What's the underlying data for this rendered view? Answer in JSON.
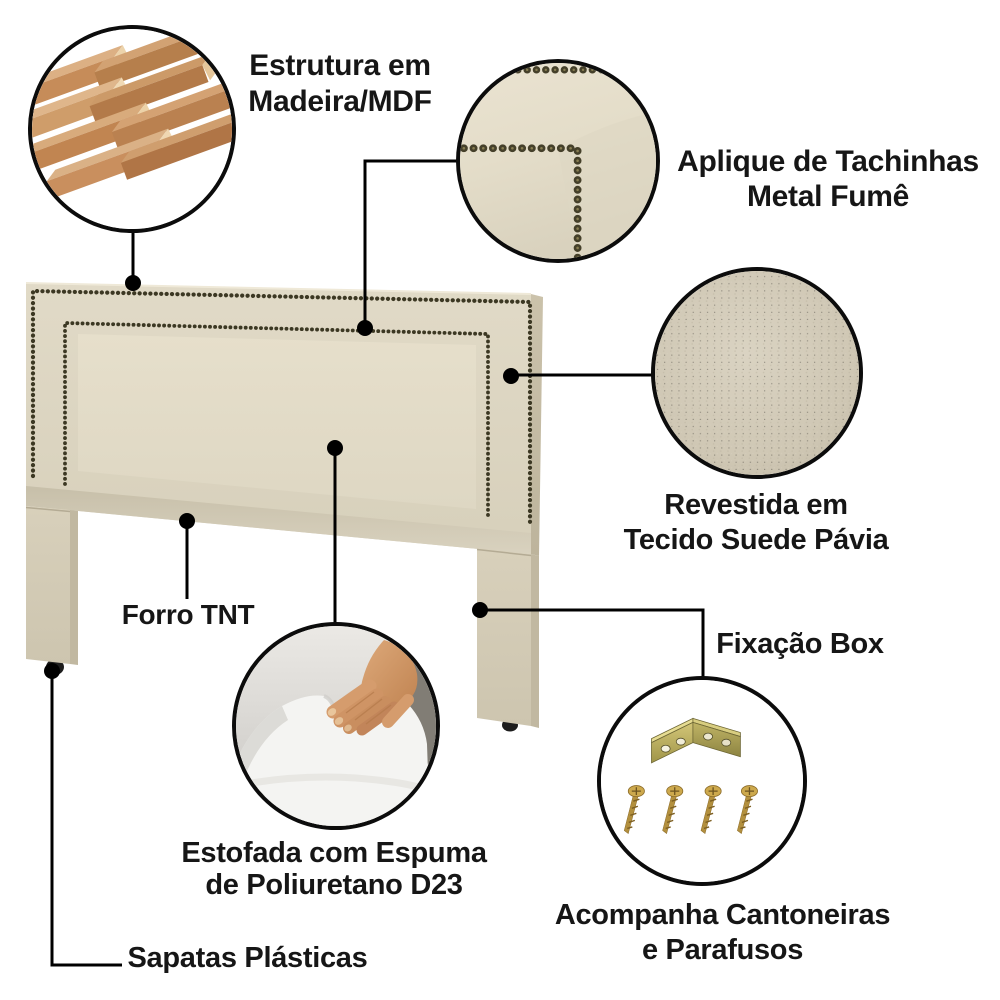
{
  "infographic": {
    "product": "Cabeceira estofada",
    "background": "#ffffff"
  },
  "colors": {
    "fabric_light": "#e0d9c6",
    "fabric_mid": "#d8d1bc",
    "fabric_dark": "#c7bfa9",
    "fabric_side": "#c1b8a1",
    "nailhead_trim": "#3c3823",
    "leader_line": "#000000",
    "text": "#161616",
    "foam_white": "#f4f4f2",
    "wood_tan": "#c08a58",
    "brass": "#c9a44a",
    "skin": "#d59c6d"
  },
  "callouts": {
    "estrutura": {
      "label": "Estrutura em\nMadeira/MDF",
      "icon": "wood-planks"
    },
    "aplique": {
      "label": "Aplique de Tachinhas\nMetal Fumê",
      "icon": "nailhead-trim"
    },
    "revestida": {
      "label": "Revestida em\nTecido Suede Pávia",
      "icon": "suede-fabric"
    },
    "forro": {
      "label": "Forro TNT"
    },
    "estofada": {
      "label": "Estofada com Espuma\nde Poliuretano D23",
      "icon": "foam-hand"
    },
    "fixacao": {
      "label": "Fixação Box"
    },
    "acompanha": {
      "label": "Acompanha Cantoneiras\ne Parafusos",
      "icon": "bracket-screws"
    },
    "sapatas": {
      "label": "Sapatas Plásticas"
    }
  }
}
